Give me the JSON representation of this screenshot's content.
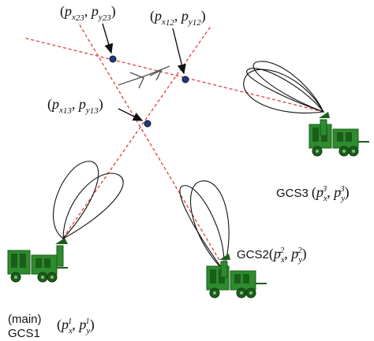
{
  "points": {
    "p23": {
      "base": "p",
      "x_sub": "x",
      "x_sub2": "23",
      "y_sub": "y",
      "y_sub2": "23"
    },
    "p12": {
      "base": "p",
      "x_sub": "x",
      "x_sub2": "12",
      "y_sub": "y",
      "y_sub2": "12"
    },
    "p13": {
      "base": "p",
      "x_sub": "x",
      "x_sub2": "13",
      "y_sub": "y",
      "y_sub2": "13"
    }
  },
  "stations": {
    "gcs1": {
      "prefix": "(main)",
      "name": "GCS1",
      "base": "p",
      "x_sub": "x",
      "y_sub": "y",
      "sup": "1"
    },
    "gcs2": {
      "name": "GCS2",
      "base": "p",
      "x_sub": "x",
      "y_sub": "y",
      "sup": "2"
    },
    "gcs3": {
      "name": "GCS3",
      "base": "p",
      "x_sub": "x",
      "y_sub": "y",
      "sup": "3"
    }
  },
  "colors": {
    "truck": "#2e8b2e",
    "truck_dark": "#1a5e1a",
    "bearing_line": "#e0403a",
    "node": "#1f3a8a"
  }
}
